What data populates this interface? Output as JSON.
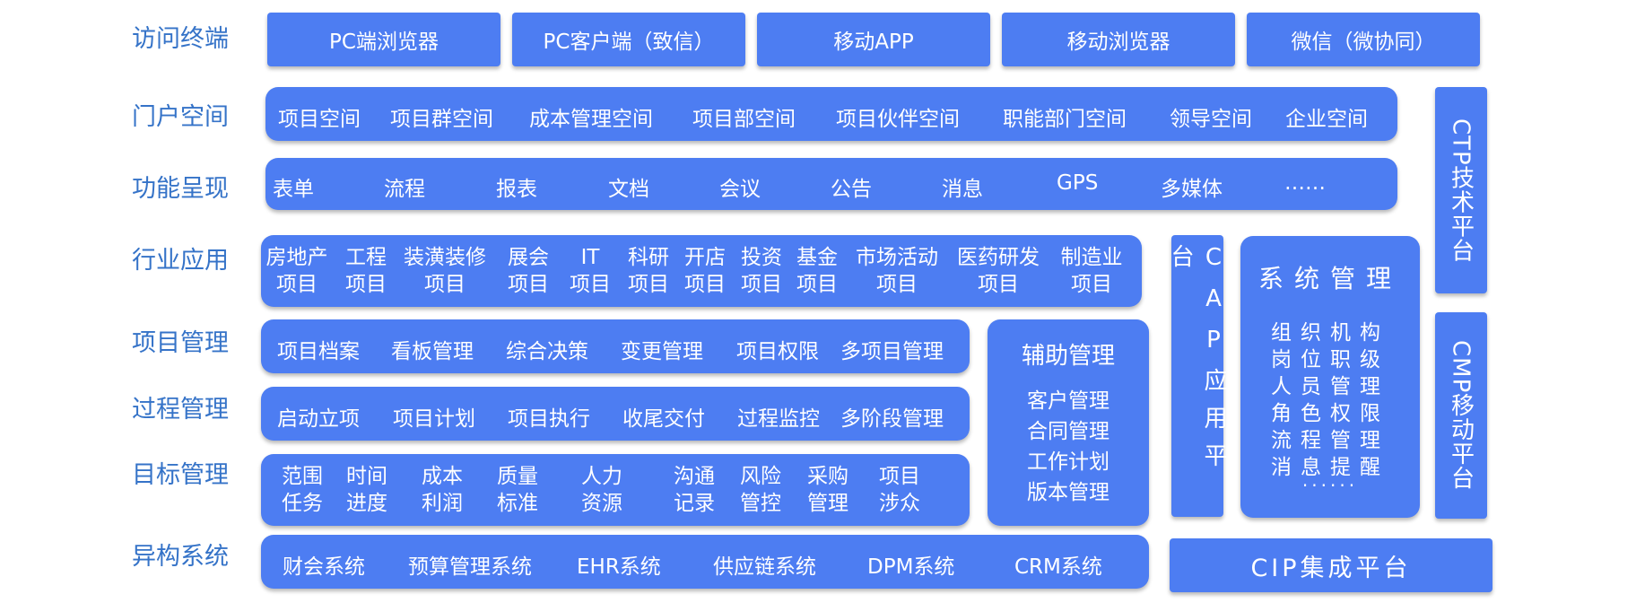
{
  "rows": {
    "access": "访问终端",
    "portal": "门户空间",
    "function": "功能呈现",
    "industry": "行业应用",
    "project": "项目管理",
    "process": "过程管理",
    "target": "目标管理",
    "hetero": "异构系统"
  },
  "access_terminals": [
    "PC端浏览器",
    "PC客户端（致信）",
    "移动APP",
    "移动浏览器",
    "微信（微协同）"
  ],
  "portal_items": [
    "项目空间",
    "项目群空间",
    "成本管理空间",
    "项目部空间",
    "项目伙伴空间",
    "职能部门空间",
    "领导空间",
    "企业空间"
  ],
  "function_items": [
    "表单",
    "流程",
    "报表",
    "文档",
    "会议",
    "公告",
    "消息",
    "GPS",
    "多媒体",
    "……"
  ],
  "industry_items": [
    {
      "top": "房地产",
      "bottom": "项目"
    },
    {
      "top": "工程",
      "bottom": "项目"
    },
    {
      "top": "装潢装修",
      "bottom": "项目"
    },
    {
      "top": "展会",
      "bottom": "项目"
    },
    {
      "top": "IT",
      "bottom": "项目"
    },
    {
      "top": "科研",
      "bottom": "项目"
    },
    {
      "top": "开店",
      "bottom": "项目"
    },
    {
      "top": "投资",
      "bottom": "项目"
    },
    {
      "top": "基金",
      "bottom": "项目"
    },
    {
      "top": "市场活动",
      "bottom": "项目"
    },
    {
      "top": "医药研发",
      "bottom": "项目"
    },
    {
      "top": "制造业",
      "bottom": "项目"
    }
  ],
  "project_items": [
    "项目档案",
    "看板管理",
    "综合决策",
    "变更管理",
    "项目权限",
    "多项目管理"
  ],
  "process_items": [
    "启动立项",
    "项目计划",
    "项目执行",
    "收尾交付",
    "过程监控",
    "多阶段管理"
  ],
  "target_items": [
    {
      "top": "范围",
      "bottom": "任务"
    },
    {
      "top": "时间",
      "bottom": "进度"
    },
    {
      "top": "成本",
      "bottom": "利润"
    },
    {
      "top": "质量",
      "bottom": "标准"
    },
    {
      "top": "人力",
      "bottom": "资源"
    },
    {
      "top": "沟通",
      "bottom": "记录"
    },
    {
      "top": "风险",
      "bottom": "管控"
    },
    {
      "top": "采购",
      "bottom": "管理"
    },
    {
      "top": "项目",
      "bottom": "涉众"
    }
  ],
  "hetero_items": [
    "财会系统",
    "预算管理系统",
    "EHR系统",
    "供应链系统",
    "DPM系统",
    "CRM系统"
  ],
  "aux": {
    "title": "辅助管理",
    "items": [
      "客户管理",
      "合同管理",
      "工作计划",
      "版本管理"
    ]
  },
  "cap": "CAP应用平台",
  "system_mgmt": {
    "title": "系统管理",
    "lines": [
      "组织机构",
      "岗位职级",
      "人员管理",
      "角色权限",
      "流程管理",
      "消息提醒",
      "······"
    ]
  },
  "ctp": "CTP技术平台",
  "cmp": "CMP移动平台",
  "cip": "CIP集成平台",
  "colors": {
    "box": "#4d7df2",
    "label": "#3573c8"
  }
}
